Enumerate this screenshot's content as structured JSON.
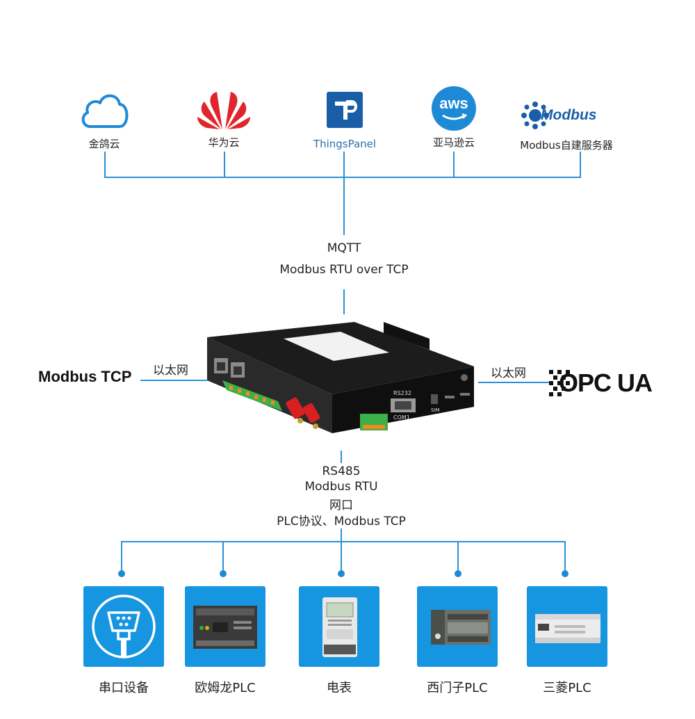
{
  "clouds": [
    {
      "label": "金鸽云",
      "icon": "cloud-icon"
    },
    {
      "label": "华为云",
      "icon": "huawei-logo"
    },
    {
      "label": "ThingsPanel",
      "icon": "thingspanel-logo"
    },
    {
      "label": "亚马逊云",
      "icon": "aws-logo"
    },
    {
      "label": "Modbus自建服务器",
      "icon": "modbus-logo"
    }
  ],
  "logos": {
    "aws_text": "aws",
    "modbus_text": "Modbus",
    "opc_text": "OPC UA"
  },
  "protocols_top": {
    "line1": "MQTT",
    "line2": "Modbus RTU over TCP"
  },
  "left": {
    "title": "Modbus TCP",
    "link": "以太网"
  },
  "right": {
    "link": "以太网"
  },
  "gateway": {
    "port_rs232": "RS232",
    "port_com1": "COM1",
    "sim": "SIM"
  },
  "protocols_bottom": {
    "line1": "RS485",
    "line2": "Modbus RTU",
    "line3": "网口",
    "line4": "PLC协议、Modbus TCP"
  },
  "devices": [
    {
      "label": "串口设备",
      "icon": "serial-port-icon"
    },
    {
      "label": "欧姆龙PLC",
      "icon": "omron-plc-icon"
    },
    {
      "label": "电表",
      "icon": "electric-meter-icon"
    },
    {
      "label": "西门子PLC",
      "icon": "siemens-plc-icon"
    },
    {
      "label": "三菱PLC",
      "icon": "mitsubishi-plc-icon"
    }
  ],
  "colors": {
    "line": "#2a8fd8",
    "tile": "#1696e0",
    "huawei": "#e0262c",
    "thingspanel": "#1a5ea8"
  }
}
